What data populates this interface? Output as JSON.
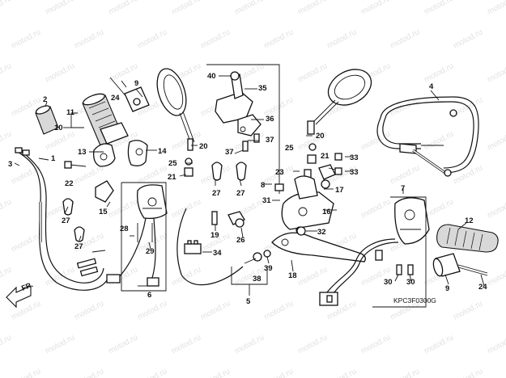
{
  "diagram": {
    "code": "KPC3F0300G",
    "direction_label": "FR.",
    "watermark": "motod.ru",
    "labels": [
      {
        "id": "1",
        "text": "1"
      },
      {
        "id": "2",
        "text": "2"
      },
      {
        "id": "3",
        "text": "3"
      },
      {
        "id": "4",
        "text": "4"
      },
      {
        "id": "5",
        "text": "5"
      },
      {
        "id": "6",
        "text": "6"
      },
      {
        "id": "7",
        "text": "7"
      },
      {
        "id": "8",
        "text": "8"
      },
      {
        "id": "9a",
        "text": "9"
      },
      {
        "id": "9b",
        "text": "9"
      },
      {
        "id": "10",
        "text": "10"
      },
      {
        "id": "11",
        "text": "11"
      },
      {
        "id": "12",
        "text": "12"
      },
      {
        "id": "13",
        "text": "13"
      },
      {
        "id": "14",
        "text": "14"
      },
      {
        "id": "15",
        "text": "15"
      },
      {
        "id": "16",
        "text": "16"
      },
      {
        "id": "17",
        "text": "17"
      },
      {
        "id": "18",
        "text": "18"
      },
      {
        "id": "19",
        "text": "19"
      },
      {
        "id": "20a",
        "text": "20"
      },
      {
        "id": "20b",
        "text": "20"
      },
      {
        "id": "21a",
        "text": "21"
      },
      {
        "id": "21b",
        "text": "21"
      },
      {
        "id": "22",
        "text": "22"
      },
      {
        "id": "23",
        "text": "23"
      },
      {
        "id": "24a",
        "text": "24"
      },
      {
        "id": "24b",
        "text": "24"
      },
      {
        "id": "25a",
        "text": "25"
      },
      {
        "id": "25b",
        "text": "25"
      },
      {
        "id": "26",
        "text": "26"
      },
      {
        "id": "27a",
        "text": "27"
      },
      {
        "id": "27b",
        "text": "27"
      },
      {
        "id": "27c",
        "text": "27"
      },
      {
        "id": "27d",
        "text": "27"
      },
      {
        "id": "28",
        "text": "28"
      },
      {
        "id": "29",
        "text": "29"
      },
      {
        "id": "30a",
        "text": "30"
      },
      {
        "id": "30b",
        "text": "30"
      },
      {
        "id": "31",
        "text": "31"
      },
      {
        "id": "32",
        "text": "32"
      },
      {
        "id": "33a",
        "text": "33"
      },
      {
        "id": "33b",
        "text": "33"
      },
      {
        "id": "34",
        "text": "34"
      },
      {
        "id": "35",
        "text": "35"
      },
      {
        "id": "36",
        "text": "36"
      },
      {
        "id": "37a",
        "text": "37"
      },
      {
        "id": "37b",
        "text": "37"
      },
      {
        "id": "38",
        "text": "38"
      },
      {
        "id": "39",
        "text": "39"
      },
      {
        "id": "40",
        "text": "40"
      }
    ]
  }
}
